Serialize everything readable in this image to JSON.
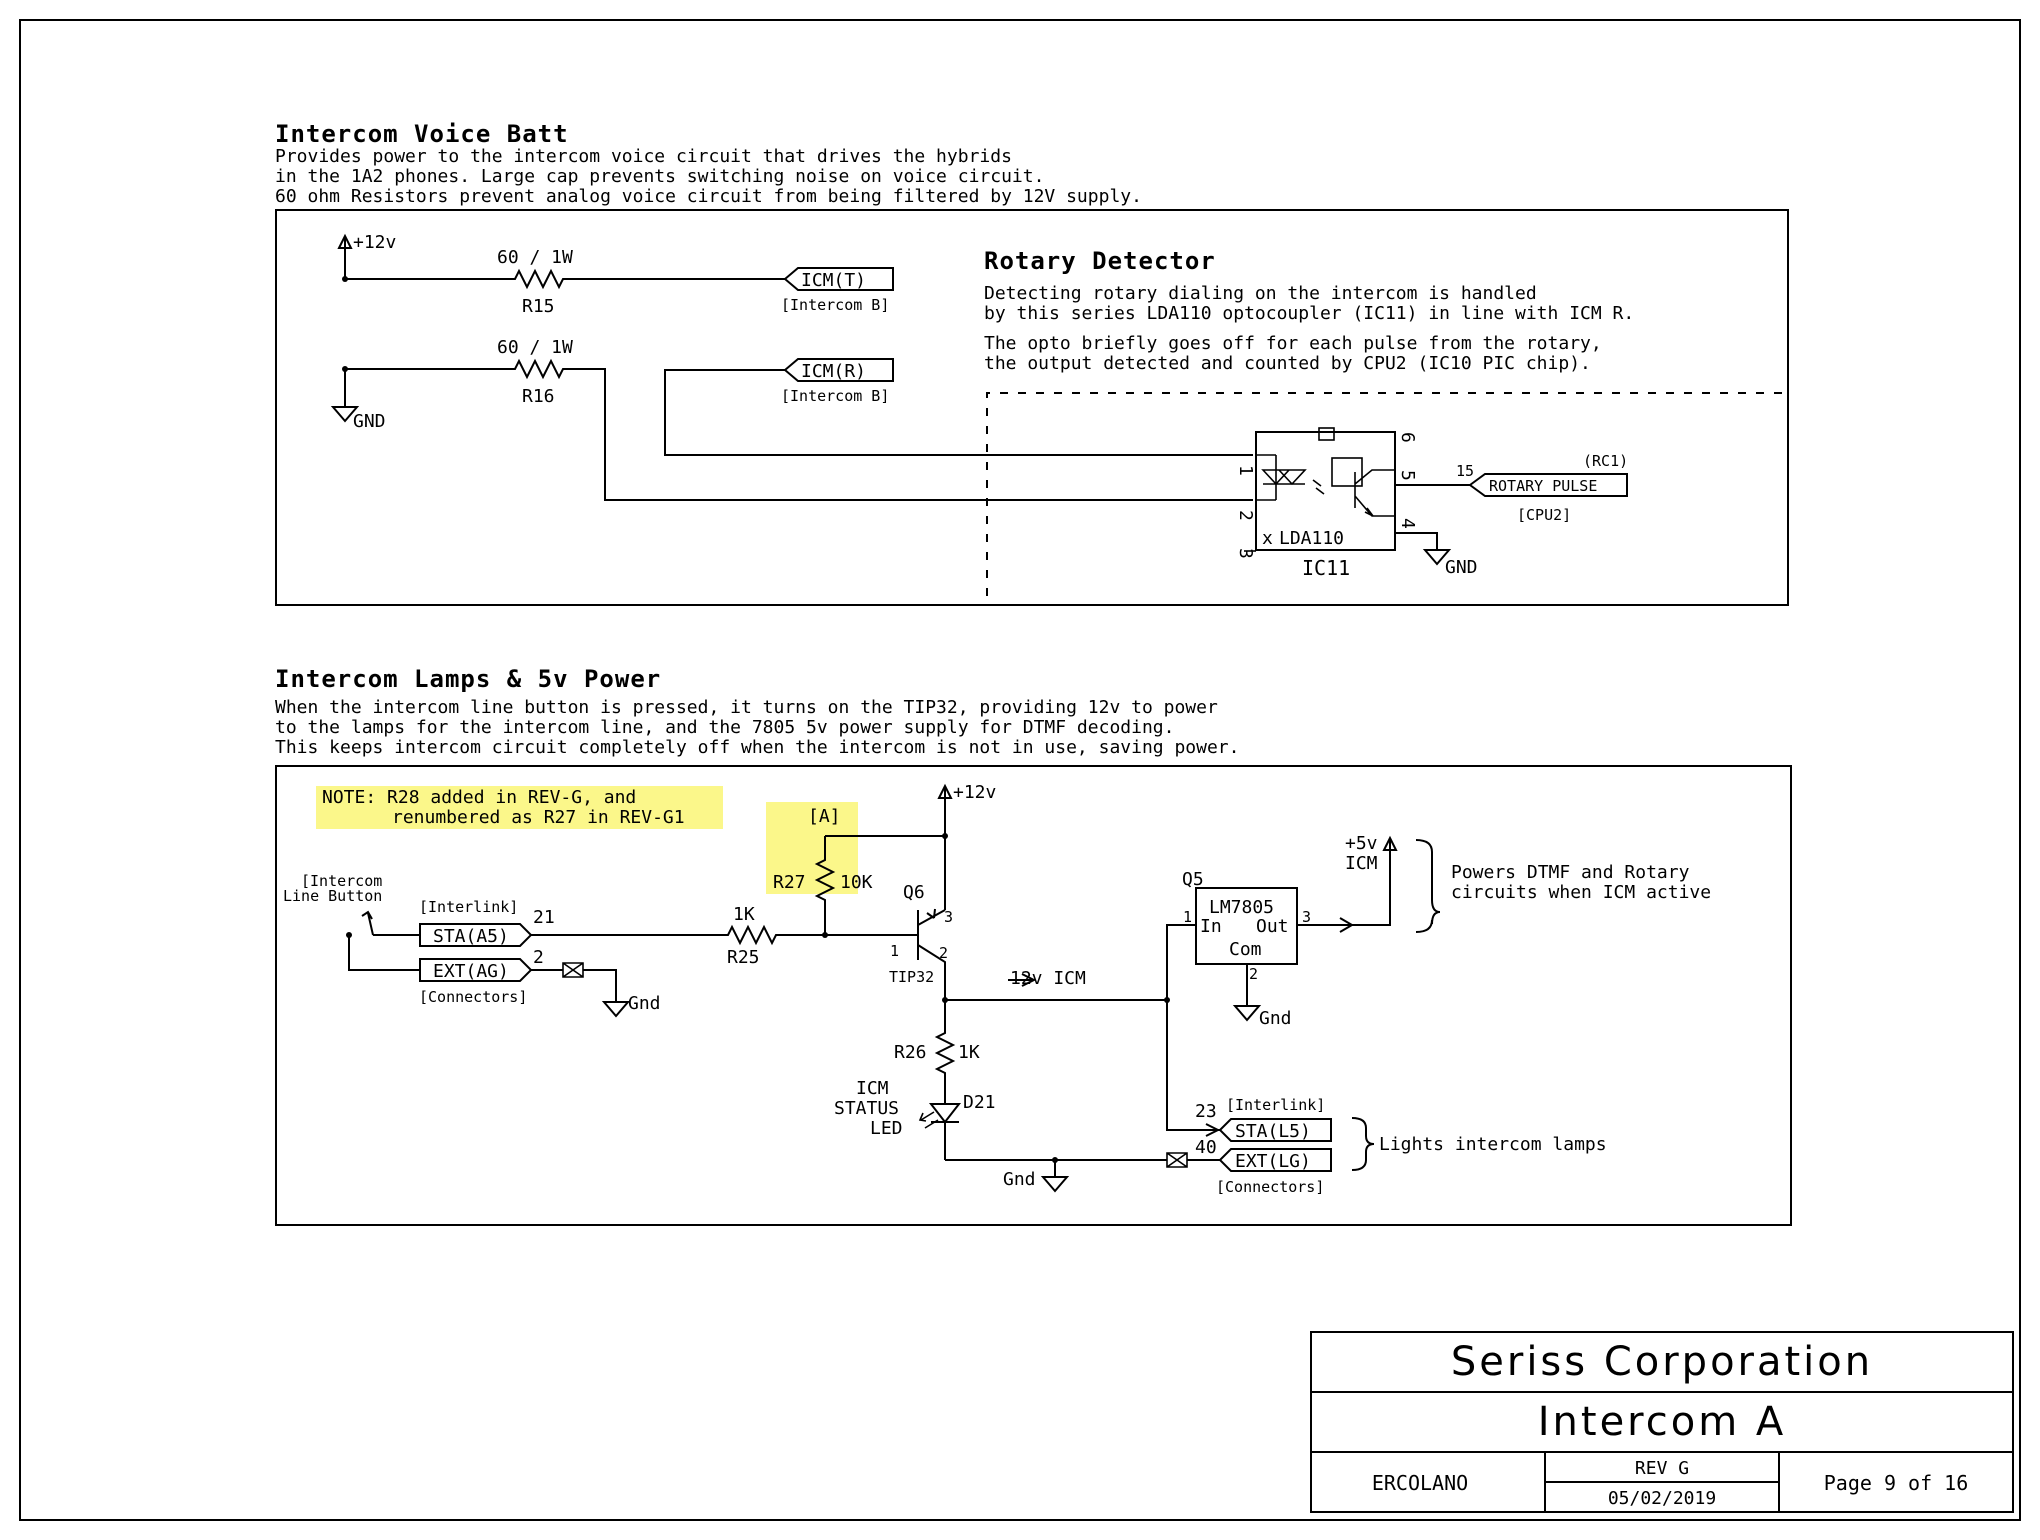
{
  "section1": {
    "title": "Intercom Voice Batt",
    "desc": [
      "Provides power to the intercom voice circuit that drives the hybrids",
      "in the 1A2 phones. Large cap prevents switching noise on voice circuit.",
      "60 ohm Resistors prevent analog voice circuit from being filtered by 12V supply."
    ],
    "supply": "+12v",
    "gnd": "GND",
    "r15": {
      "value": "60 / 1W",
      "ref": "R15"
    },
    "r16": {
      "value": "60 / 1W",
      "ref": "R16"
    },
    "icm_t": {
      "label": "ICM(T)",
      "sub": "[Intercom B]"
    },
    "icm_r": {
      "label": "ICM(R)",
      "sub": "[Intercom B]"
    },
    "rotary": {
      "title": "Rotary Detector",
      "desc": [
        "Detecting rotary dialing on the intercom is handled",
        "by this series LDA110 optocoupler (IC11) in line with ICM R.",
        "The opto briefly goes off for each pulse from the rotary,",
        "the output detected and counted by CPU2 (IC10 PIC chip)."
      ]
    },
    "ic11": {
      "part": "LDA110",
      "ref": "IC11",
      "x_mark": "x",
      "pins": [
        "1",
        "2",
        "3",
        "4",
        "5",
        "6"
      ],
      "out_pin": "15",
      "rc": "(RC1)",
      "out_label": "ROTARY PULSE",
      "out_sub": "[CPU2]",
      "gnd": "GND"
    }
  },
  "section2": {
    "title": "Intercom Lamps & 5v Power",
    "desc": [
      "When the intercom line button is pressed, it turns on the TIP32, providing 12v to power",
      "to the lamps for the intercom line, and the 7805 5v power supply for DTMF decoding.",
      "This keeps intercom circuit completely off when the intercom is not in use, saving power."
    ],
    "note": [
      "NOTE: R28 added in REV-G, and",
      "renumbered as R27 in REV-G1"
    ],
    "supply": "+12v",
    "r27": {
      "tag": "[A]",
      "ref": "R27",
      "value": "10K"
    },
    "q6": {
      "ref": "Q6",
      "part": "TIP32",
      "pin1": "1",
      "pin2": "2",
      "pin3": "3"
    },
    "button": [
      "[Intercom",
      "Line Button"
    ],
    "interlink_top": "[Interlink]",
    "sta_a5": {
      "label": "STA(A5)",
      "pin": "21"
    },
    "ext_ag": {
      "label": "EXT(AG)",
      "pin": "2"
    },
    "connectors_left": "[Connectors]",
    "gnd_left": "Gnd",
    "r25": {
      "value": "1K",
      "ref": "R25"
    },
    "icm12": "12v ICM",
    "r26": {
      "ref": "R26",
      "value": "1K"
    },
    "d21": {
      "label": [
        "ICM",
        "STATUS",
        "LED"
      ],
      "ref": "D21"
    },
    "gnd_bottom": "Gnd",
    "q5": {
      "ref": "Q5",
      "part": "LM7805",
      "in": "In",
      "out": "Out",
      "com": "Com",
      "pin1": "1",
      "pin2": "2",
      "pin3": "3"
    },
    "gnd_reg": "Gnd",
    "plus5": [
      "+5v",
      "ICM"
    ],
    "powers_note": [
      "Powers DTMF and Rotary",
      "circuits when ICM active"
    ],
    "interlink_right": "[Interlink]",
    "sta_l5": {
      "label": "STA(L5)",
      "pin": "23"
    },
    "ext_lg": {
      "label": "EXT(LG)",
      "pin": "40"
    },
    "connectors_right": "[Connectors]",
    "lights_note": "Lights intercom lamps"
  },
  "title_block": {
    "company": "Seriss Corporation",
    "drawing": "Intercom A",
    "author": "ERCOLANO",
    "rev": "REV G",
    "date": "05/02/2019",
    "page": "Page 9 of 16"
  }
}
